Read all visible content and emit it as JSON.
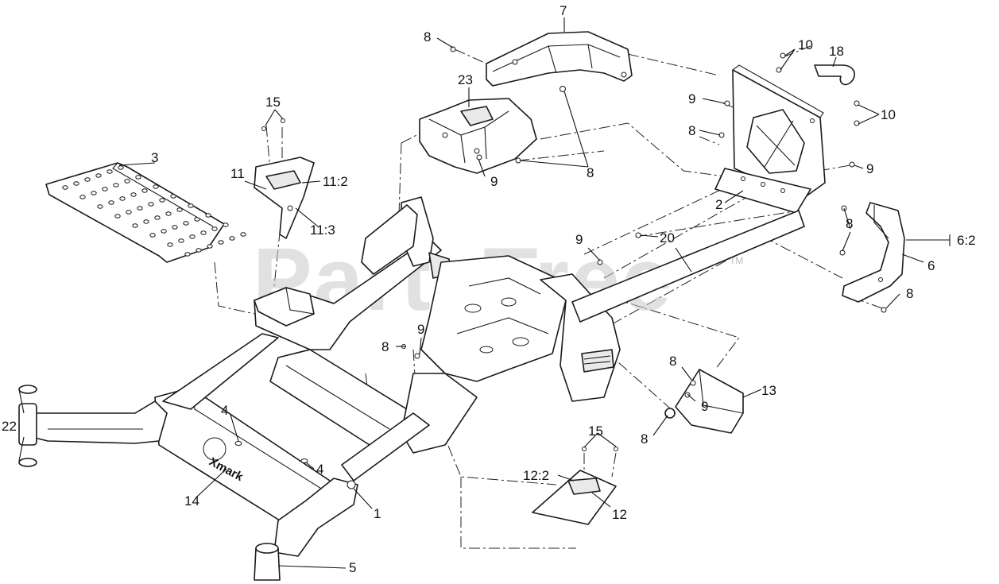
{
  "watermark": {
    "text": "PartsTree",
    "tm": "TM"
  },
  "logo": {
    "text": "Xmark"
  },
  "callouts": [
    {
      "id": "c-7",
      "label": "7"
    },
    {
      "id": "c-8a",
      "label": "8"
    },
    {
      "id": "c-10a",
      "label": "10"
    },
    {
      "id": "c-18",
      "label": "18"
    },
    {
      "id": "c-23",
      "label": "23"
    },
    {
      "id": "c-15a",
      "label": "15"
    },
    {
      "id": "c-9a",
      "label": "9"
    },
    {
      "id": "c-10b",
      "label": "10"
    },
    {
      "id": "c-8b",
      "label": "8"
    },
    {
      "id": "c-3",
      "label": "3"
    },
    {
      "id": "c-11",
      "label": "11"
    },
    {
      "id": "c-11-2",
      "label": "11:2"
    },
    {
      "id": "c-9b",
      "label": "9"
    },
    {
      "id": "c-8c",
      "label": "8"
    },
    {
      "id": "c-9c",
      "label": "9"
    },
    {
      "id": "c-2",
      "label": "2"
    },
    {
      "id": "c-11-3",
      "label": "11:3"
    },
    {
      "id": "c-8d",
      "label": "8"
    },
    {
      "id": "c-9d",
      "label": "9"
    },
    {
      "id": "c-20",
      "label": "20"
    },
    {
      "id": "c-6-2",
      "label": "6:2"
    },
    {
      "id": "c-6",
      "label": "6"
    },
    {
      "id": "c-8e",
      "label": "8"
    },
    {
      "id": "c-9e",
      "label": "9"
    },
    {
      "id": "c-8f",
      "label": "8"
    },
    {
      "id": "c-8g",
      "label": "8"
    },
    {
      "id": "c-13",
      "label": "13"
    },
    {
      "id": "c-9f",
      "label": "9"
    },
    {
      "id": "c-4a",
      "label": "4"
    },
    {
      "id": "c-22",
      "label": "22"
    },
    {
      "id": "c-15b",
      "label": "15"
    },
    {
      "id": "c-8h",
      "label": "8"
    },
    {
      "id": "c-4b",
      "label": "4"
    },
    {
      "id": "c-12-2",
      "label": "12:2"
    },
    {
      "id": "c-14",
      "label": "14"
    },
    {
      "id": "c-12",
      "label": "12"
    },
    {
      "id": "c-1",
      "label": "1"
    },
    {
      "id": "c-5",
      "label": "5"
    }
  ]
}
